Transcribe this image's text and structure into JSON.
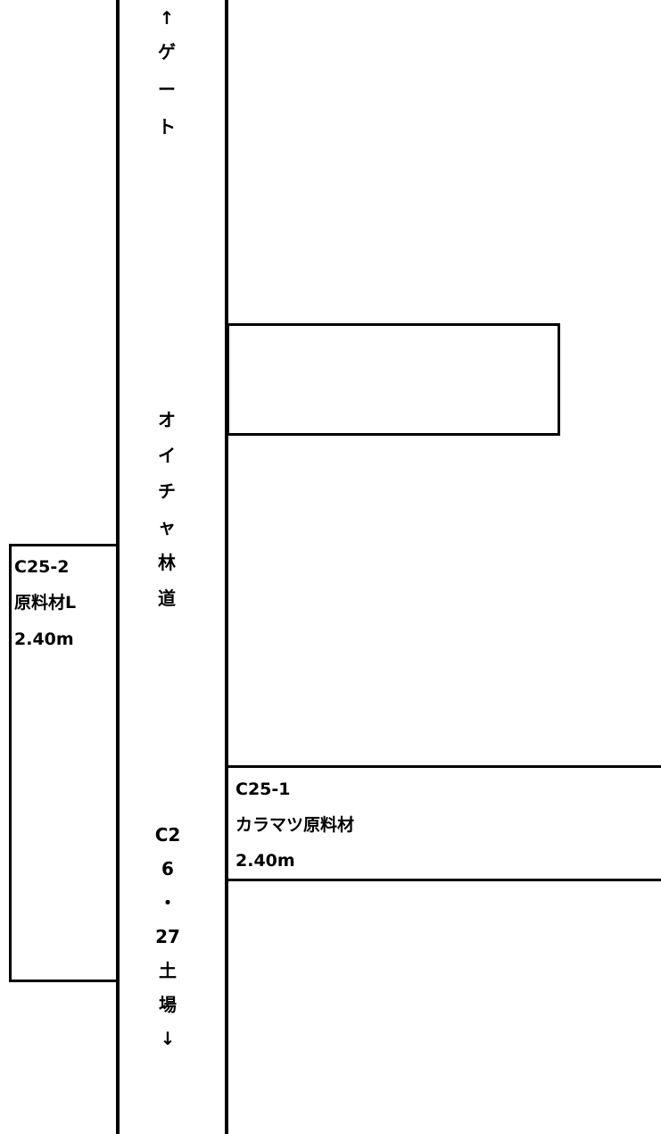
{
  "road": {
    "top_label_chars": [
      "↑",
      "ゲ",
      "ー",
      "ト"
    ],
    "name_chars": [
      "オ",
      "イ",
      "チ",
      "ャ",
      "林",
      "道"
    ],
    "bottom_label_chars": [
      "C2",
      "6",
      "・",
      "27",
      "土",
      "場",
      "↓"
    ]
  },
  "log_left": {
    "code": "C25-2",
    "type": "原料材L",
    "length": "2.40m"
  },
  "log_right": {
    "code": "C25-1",
    "type": "カラマツ原料材",
    "length": "2.40m"
  }
}
